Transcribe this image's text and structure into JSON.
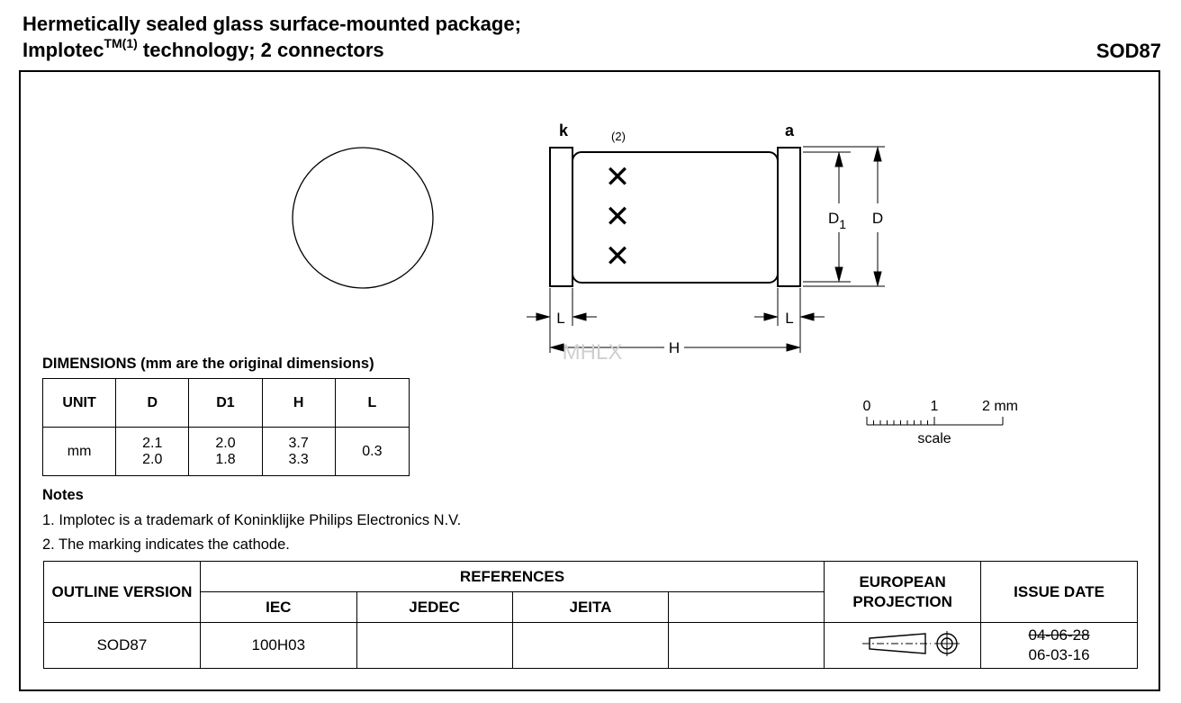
{
  "header": {
    "title_line1": "Hermetically sealed glass surface-mounted package;",
    "title_line2_prefix": "Implotec",
    "title_line2_sup": "TM(1)",
    "title_line2_suffix": " technology; 2 connectors",
    "package_code": "SOD87"
  },
  "drawing": {
    "cathode_label": "k",
    "anode_label": "a",
    "marking_note_ref": "(2)",
    "dim_d1_main": "D",
    "dim_d1_sub": "1",
    "dim_d": "D",
    "dim_l_left": "L",
    "dim_l_right": "L",
    "dim_h": "H",
    "watermark": "MHLX",
    "marking_symbol": "✕",
    "scale": {
      "ticks": [
        "0",
        "1",
        "2 mm"
      ],
      "label": "scale"
    }
  },
  "dimensions": {
    "heading": "DIMENSIONS (mm are the original dimensions)",
    "columns": [
      "UNIT",
      "D",
      "D1",
      "H",
      "L"
    ],
    "row": {
      "unit": "mm",
      "D_max": "2.1",
      "D_min": "2.0",
      "D1_max": "2.0",
      "D1_min": "1.8",
      "H_max": "3.7",
      "H_min": "3.3",
      "L": "0.3"
    }
  },
  "notes": {
    "heading": "Notes",
    "items": [
      "1. Implotec is a trademark of Koninklijke Philips Electronics N.V.",
      "2. The marking indicates the cathode."
    ]
  },
  "references": {
    "outline_version_header": "OUTLINE VERSION",
    "references_header": "REFERENCES",
    "iec_header": "IEC",
    "jedec_header": "JEDEC",
    "jeita_header": "JEITA",
    "extra_header": "",
    "projection_header": "EUROPEAN PROJECTION",
    "issue_date_header": "ISSUE DATE",
    "outline_version": "SOD87",
    "iec": "100H03",
    "jedec": "",
    "jeita": "",
    "extra": "",
    "issue_date_old": "04-06-28",
    "issue_date_new": "06-03-16"
  }
}
